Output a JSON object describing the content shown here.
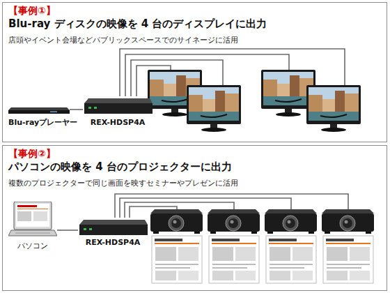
{
  "diagram": {
    "nodes": [
      {
        "text": [
          "【事例①】",
          "Blu-ray ディスクの映像を 4 台のディスプレイに出力",
          "店頭やイベント会場などパブリックスペースでのサイネージに活用"
        ]
      },
      {
        "text": [
          "Blu-rayプレーヤー"
        ],
        "in": 0
      },
      {
        "text": [
          "REX-HDSP4A"
        ],
        "in": 0
      },
      {
        "text": [
          "【事例②】",
          "パソコンの映像を 4 台のプロジェクターに出力",
          "複数のプロジェクターで同じ画面を映すセミナーやプレゼンに活用"
        ]
      },
      {
        "text": [
          "パソコン"
        ],
        "in": 3
      },
      {
        "text": [
          "REX-HDSP4A"
        ],
        "in": 3
      }
    ],
    "edges": [
      {
        "from": 1,
        "to": 2,
        "arrow": "none"
      },
      {
        "from": 4,
        "to": 5,
        "arrow": "none"
      }
    ]
  }
}
